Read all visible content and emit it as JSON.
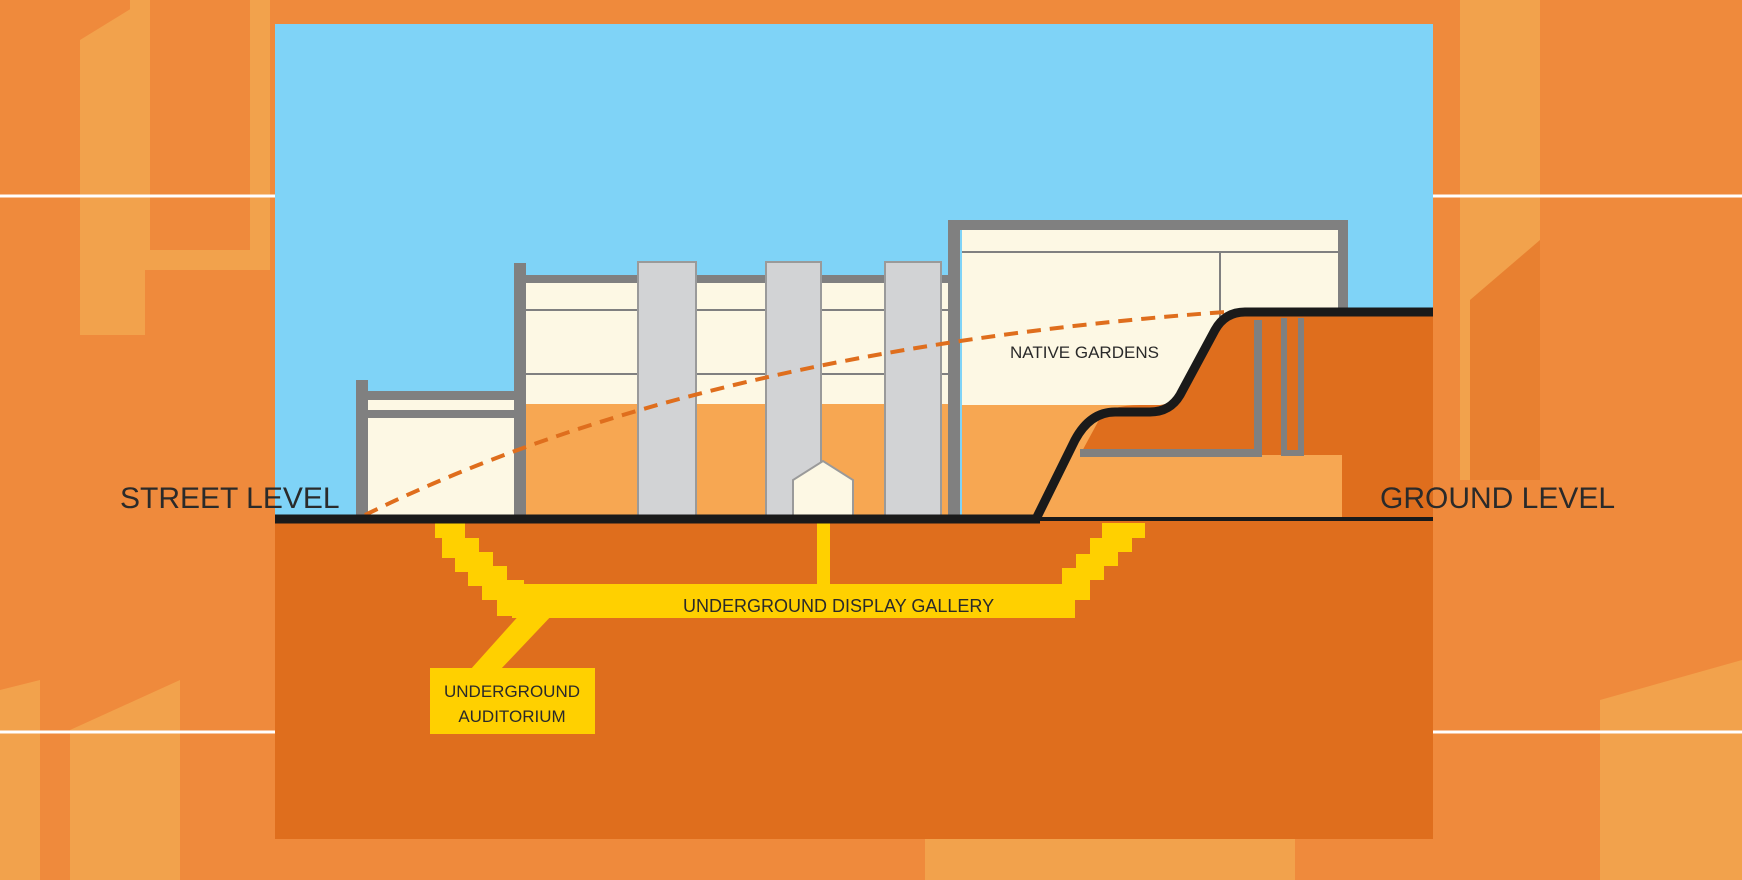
{
  "diagram": {
    "labels": {
      "street_level": "STREET LEVEL",
      "ground_level": "GROUND LEVEL",
      "native_gardens": "NATIVE GARDENS",
      "display_gallery": "UNDERGROUND DISPLAY GALLERY",
      "auditorium_line1": "UNDERGROUND",
      "auditorium_line2": "AUDITORIUM"
    },
    "colors": {
      "background": "#ef8a3c",
      "background_shape": "#f2a24c",
      "sky": "#7fd3f7",
      "earth": "#df6e1d",
      "building_lower": "#f7a752",
      "building_upper": "#fdf8e4",
      "walls": "#808080",
      "columns": "#d2d3d5",
      "ground_line": "#1a1a1a",
      "underground": "#ffd000",
      "dashed_arc": "#df6e1d",
      "rule_lines": "#ffffff"
    }
  }
}
